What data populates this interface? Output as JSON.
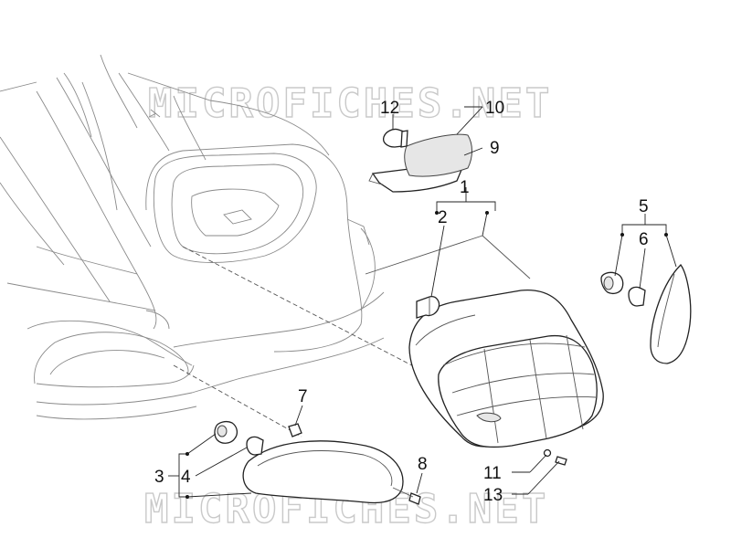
{
  "diagram": {
    "watermark_top": "MICROFICHES.NET",
    "watermark_bottom": "MICROFICHES.NET",
    "callouts": {
      "c1": "1",
      "c2": "2",
      "c3": "3",
      "c4": "4",
      "c5": "5",
      "c6": "6",
      "c7": "7",
      "c8": "8",
      "c9": "9",
      "c10": "10",
      "c11": "11",
      "c12": "12",
      "c13": "13"
    }
  }
}
